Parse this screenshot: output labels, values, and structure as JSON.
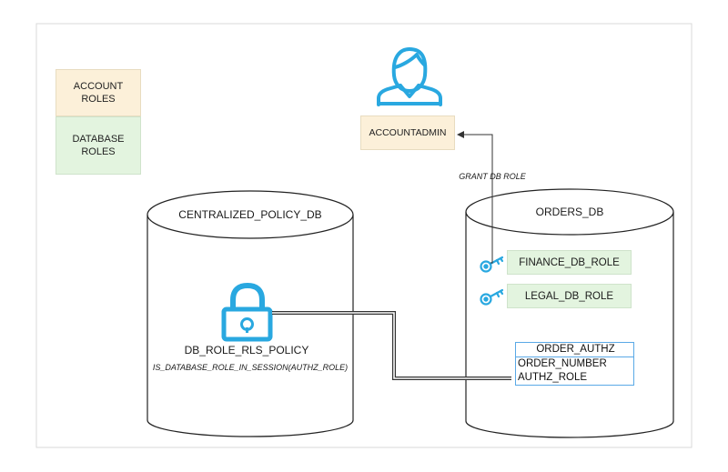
{
  "legend": {
    "account_roles": "ACCOUNT\nROLES",
    "database_roles": "DATABASE\nROLES",
    "account_color": "#fcf0d9",
    "database_color": "#e3f4df"
  },
  "user": {
    "icon": "user-icon",
    "role_name": "ACCOUNTADMIN"
  },
  "grant_label": "GRANT DB ROLE",
  "policy_db": {
    "name": "CENTRALIZED_POLICY_DB",
    "lock_icon": "lock-icon",
    "policy_name": "DB_ROLE_RLS_POLICY",
    "policy_expression": "IS_DATABASE_ROLE_IN_SESSION(AUTHZ_ROLE)"
  },
  "orders_db": {
    "name": "ORDERS_DB",
    "key_icon": "key-icon",
    "roles": [
      "FINANCE_DB_ROLE",
      "LEGAL_DB_ROLE"
    ],
    "table": {
      "name": "ORDER_AUTHZ",
      "columns": [
        "ORDER_NUMBER",
        "AUTHZ_ROLE"
      ]
    }
  },
  "colors": {
    "accent": "#29a8e0",
    "table_border": "#5aa9e6"
  }
}
